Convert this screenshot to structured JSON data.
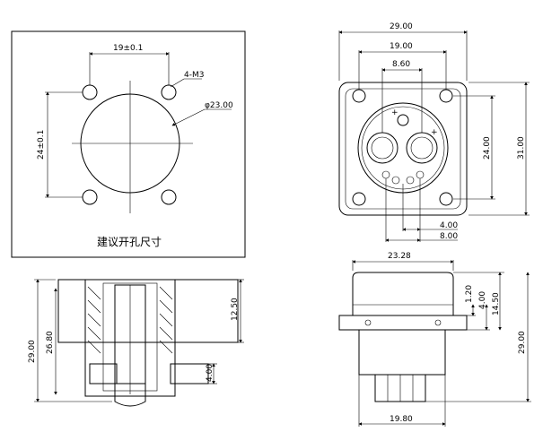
{
  "cutout_view": {
    "caption": "建议开孔尺寸",
    "dim_hole_spacing_h": "19±0.1",
    "dim_hole_spacing_v": "24±0.1",
    "dim_holes": "4-M3",
    "dim_hole_diameter": "φ23.00"
  },
  "front_view": {
    "dim_width": "29.00",
    "dim_hole_spacing": "19.00",
    "dim_pin_spacing": "8.60",
    "dim_hole_v_spacing": "24.00",
    "dim_height": "31.00",
    "dim_small_4": "4.00",
    "dim_small_8": "8.00"
  },
  "section_view": {
    "dim_total_height": "29.00",
    "dim_body_height": "26.80",
    "dim_upper": "12.50",
    "dim_tab": "4.00"
  },
  "side_view": {
    "dim_top_width": "23.28",
    "dim_flange_thk": "1.20",
    "dim_flange_4": "4.00",
    "dim_upper_height": "14.50",
    "dim_total_height": "29.00",
    "dim_bottom_width": "19.80"
  }
}
